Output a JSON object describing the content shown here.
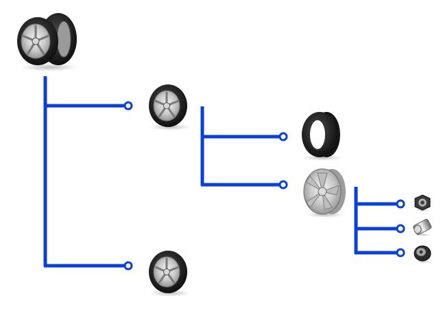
{
  "diagram": {
    "accent_color": "#0a3fd8",
    "nodes": [
      {
        "id": "wheel-set",
        "icon": "wheel-pair-icon"
      },
      {
        "id": "wheel-assembly-1",
        "icon": "wheel-icon"
      },
      {
        "id": "wheel-assembly-2",
        "icon": "wheel-icon"
      },
      {
        "id": "tire",
        "icon": "tire-icon"
      },
      {
        "id": "rim",
        "icon": "rim-icon"
      },
      {
        "id": "lug-nut",
        "icon": "lug-nut-icon"
      },
      {
        "id": "valve",
        "icon": "valve-stem-icon"
      },
      {
        "id": "lug-bolt",
        "icon": "lug-bolt-icon"
      }
    ],
    "edges": [
      [
        "wheel-set",
        "wheel-assembly-1"
      ],
      [
        "wheel-set",
        "wheel-assembly-2"
      ],
      [
        "wheel-assembly-1",
        "tire"
      ],
      [
        "wheel-assembly-1",
        "rim"
      ],
      [
        "rim",
        "lug-nut"
      ],
      [
        "rim",
        "valve"
      ],
      [
        "rim",
        "lug-bolt"
      ]
    ]
  }
}
